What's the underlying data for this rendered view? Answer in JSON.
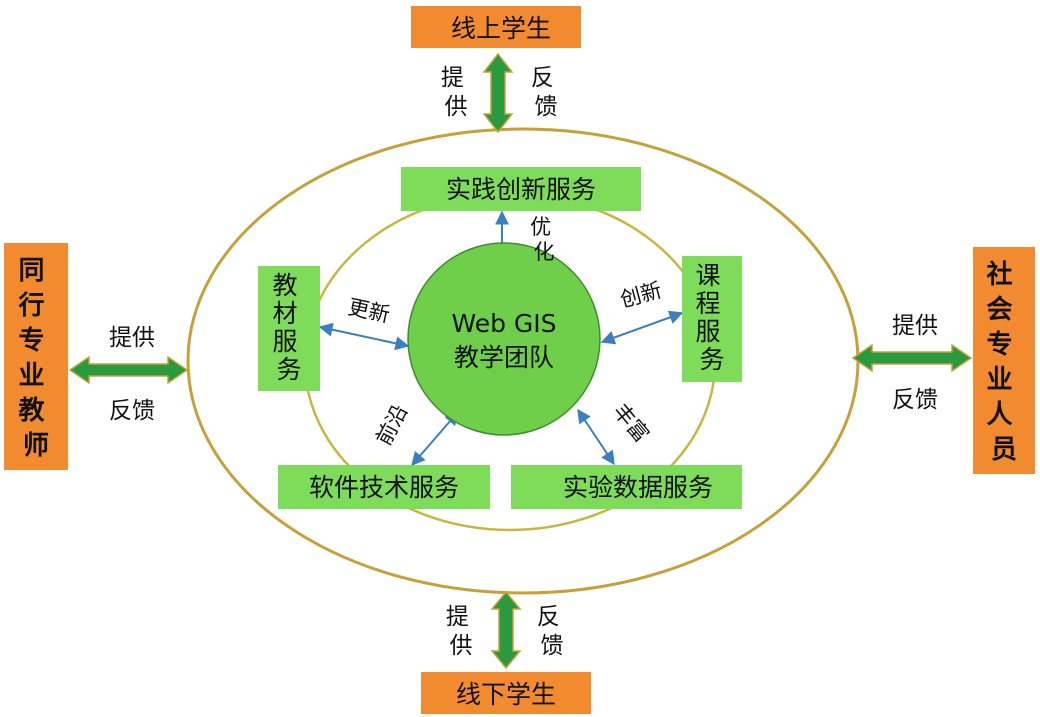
{
  "center": {
    "line1": "Web GIS",
    "line2": "教学团队"
  },
  "services": {
    "practice": "实践创新服务",
    "textbook": [
      "教",
      "材",
      "服",
      "务"
    ],
    "course": [
      "课",
      "程",
      "服",
      "务"
    ],
    "software": "软件技术服务",
    "experiment": "实验数据服务"
  },
  "relations": {
    "optimize": [
      "优",
      "化"
    ],
    "update": "更新",
    "innovate": "创新",
    "frontier": "前沿",
    "enrich": "丰富"
  },
  "stakeholders": {
    "online_students": "线上学生",
    "offline_students": "线下学生",
    "peer_teachers": [
      "同",
      "行",
      "专",
      "业",
      "教",
      "师"
    ],
    "social_professionals": [
      "社",
      "会",
      "专",
      "业",
      "人",
      "员"
    ]
  },
  "exchange": {
    "provide_chars": [
      "提",
      "供"
    ],
    "feedback_chars": [
      "反",
      "馈"
    ],
    "provide": "提供",
    "feedback": "反馈"
  },
  "colors": {
    "orange": "#F28A30",
    "service_green": "#7EDC5A",
    "center_green": "#6FCF4A",
    "arrow_green": "#2A9A3E",
    "connector_blue": "#3A7FC0",
    "ellipse_stroke": "#C7A03A"
  }
}
